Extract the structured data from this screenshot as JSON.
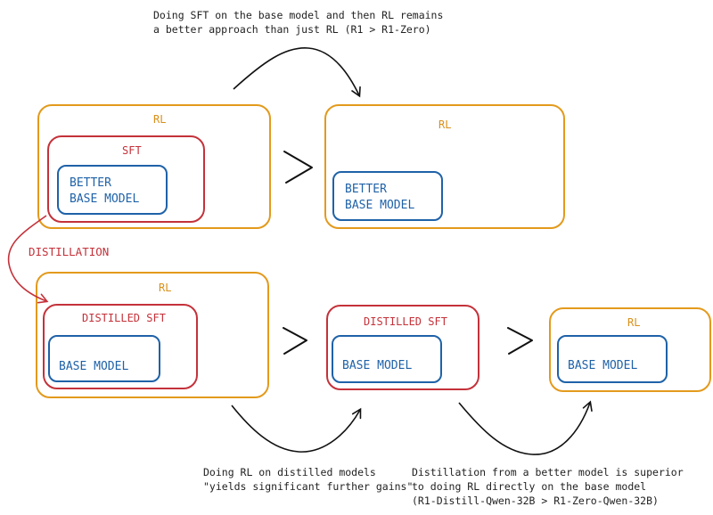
{
  "top_note": {
    "line1": "Doing SFT on the base model and then RL remains",
    "line2": "a better approach than just RL (R1 > R1-Zero)"
  },
  "row1": {
    "left": {
      "rl_label": "RL",
      "sft_label": "SFT",
      "model_line1": "BETTER",
      "model_line2": "BASE MODEL"
    },
    "right": {
      "rl_label": "RL",
      "model_line1": "BETTER",
      "model_line2": "BASE MODEL"
    }
  },
  "distillation_label": "DISTILLATION",
  "row2": {
    "left": {
      "rl_label": "RL",
      "sft_label": "DISTILLED SFT",
      "model_label": "BASE MODEL"
    },
    "middle": {
      "sft_label": "DISTILLED SFT",
      "model_label": "BASE MODEL"
    },
    "right": {
      "rl_label": "RL",
      "model_label": "BASE MODEL"
    }
  },
  "bottom_left_note": {
    "line1": "Doing RL on distilled models",
    "line2": "\"yields significant further gains\""
  },
  "bottom_right_note": {
    "line1": "Distillation from a better model is superior",
    "line2": "to doing RL directly on the base model",
    "line3": "(R1-Distill-Qwen-32B > R1-Zero-Qwen-32B)"
  },
  "colors": {
    "rl": "#e39a1c",
    "sft": "#c4323a",
    "model": "#1f62a8",
    "arrow": "#111111",
    "distillation_arrow": "#c4323a"
  }
}
